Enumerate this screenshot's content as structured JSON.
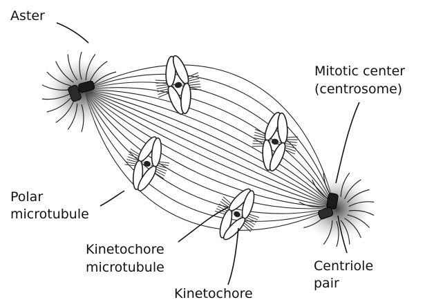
{
  "labels": {
    "aster": "Aster",
    "mitotic_center_line1": "Mitotic center",
    "mitotic_center_line2": "(centrosome)",
    "polar_line1": "Polar",
    "polar_line2": "microtubule",
    "kinetochore_mt_line1": "Kinetochore",
    "kinetochore_mt_line2": "microtubule",
    "kinetochore": "Kinetochore",
    "centriole_line1": "Centriole",
    "centriole_line2": "pair"
  }
}
